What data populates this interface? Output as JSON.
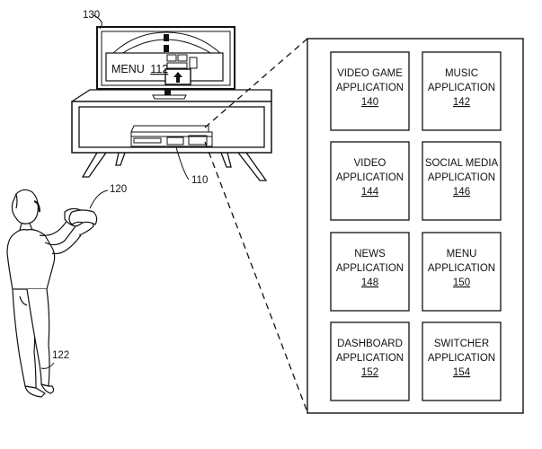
{
  "figure": {
    "menu_label": "MENU",
    "menu_ref": "112",
    "ref_tv": "130",
    "ref_console": "110",
    "ref_controller": "120",
    "ref_user": "122"
  },
  "apps": [
    {
      "line1": "VIDEO GAME",
      "line2": "APPLICATION",
      "ref": "140"
    },
    {
      "line1": "MUSIC",
      "line2": "APPLICATION",
      "ref": "142"
    },
    {
      "line1": "VIDEO",
      "line2": "APPLICATION",
      "ref": "144"
    },
    {
      "line1": "SOCIAL MEDIA",
      "line2": "APPLICATION",
      "ref": "146"
    },
    {
      "line1": "NEWS",
      "line2": "APPLICATION",
      "ref": "148"
    },
    {
      "line1": "MENU",
      "line2": "APPLICATION",
      "ref": "150"
    },
    {
      "line1": "DASHBOARD",
      "line2": "APPLICATION",
      "ref": "152"
    },
    {
      "line1": "SWITCHER",
      "line2": "APPLICATION",
      "ref": "154"
    }
  ]
}
